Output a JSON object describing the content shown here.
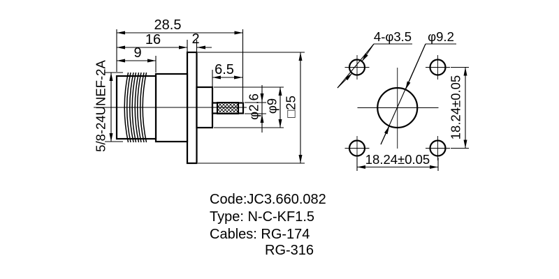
{
  "side_view": {
    "dim_overall": "28.5",
    "dim_16": "16",
    "dim_flange_thickness": "2",
    "dim_thread_length": "9",
    "dim_ferrule_length": "6.5",
    "dia_ferrule": "φ2.6",
    "dia_boss": "φ9",
    "square_flange": "□25",
    "thread_spec": "5/8-24UNEF-2A"
  },
  "face_view": {
    "mount_holes_label": "4-φ3.5",
    "center_hole_label": "φ9.2",
    "horizontal_spacing": "18.24±0.05",
    "vertical_spacing": "18.24±0.05"
  },
  "notes": {
    "code": "Code:JC3.660.082",
    "type": "Type: N-C-KF1.5",
    "cables": "Cables: RG-174",
    "cables2": "RG-316"
  },
  "colors": {
    "line": "#000000",
    "background": "#ffffff"
  }
}
